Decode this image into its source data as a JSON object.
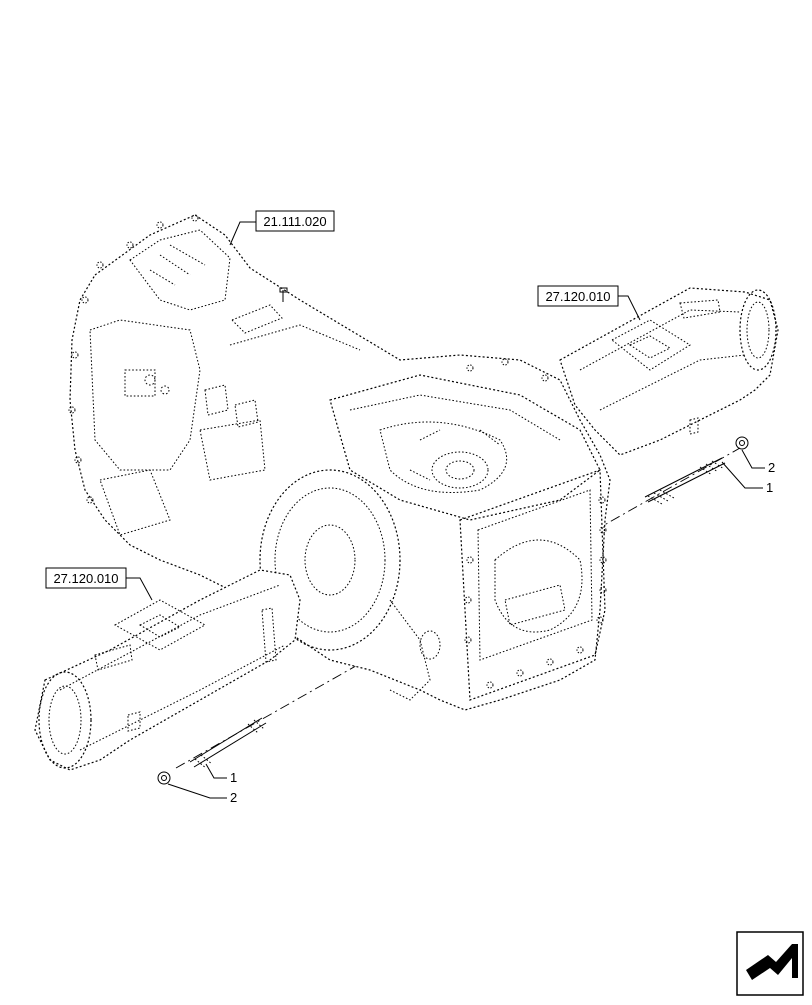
{
  "references": {
    "ref_top": "21.111.020",
    "ref_right": "27.120.010",
    "ref_left": "27.120.010"
  },
  "callouts": {
    "right_stud": "1",
    "right_nut": "2",
    "left_stud": "1",
    "left_nut": "2"
  },
  "navigation": {
    "icon": "next-page-arrow-icon"
  }
}
